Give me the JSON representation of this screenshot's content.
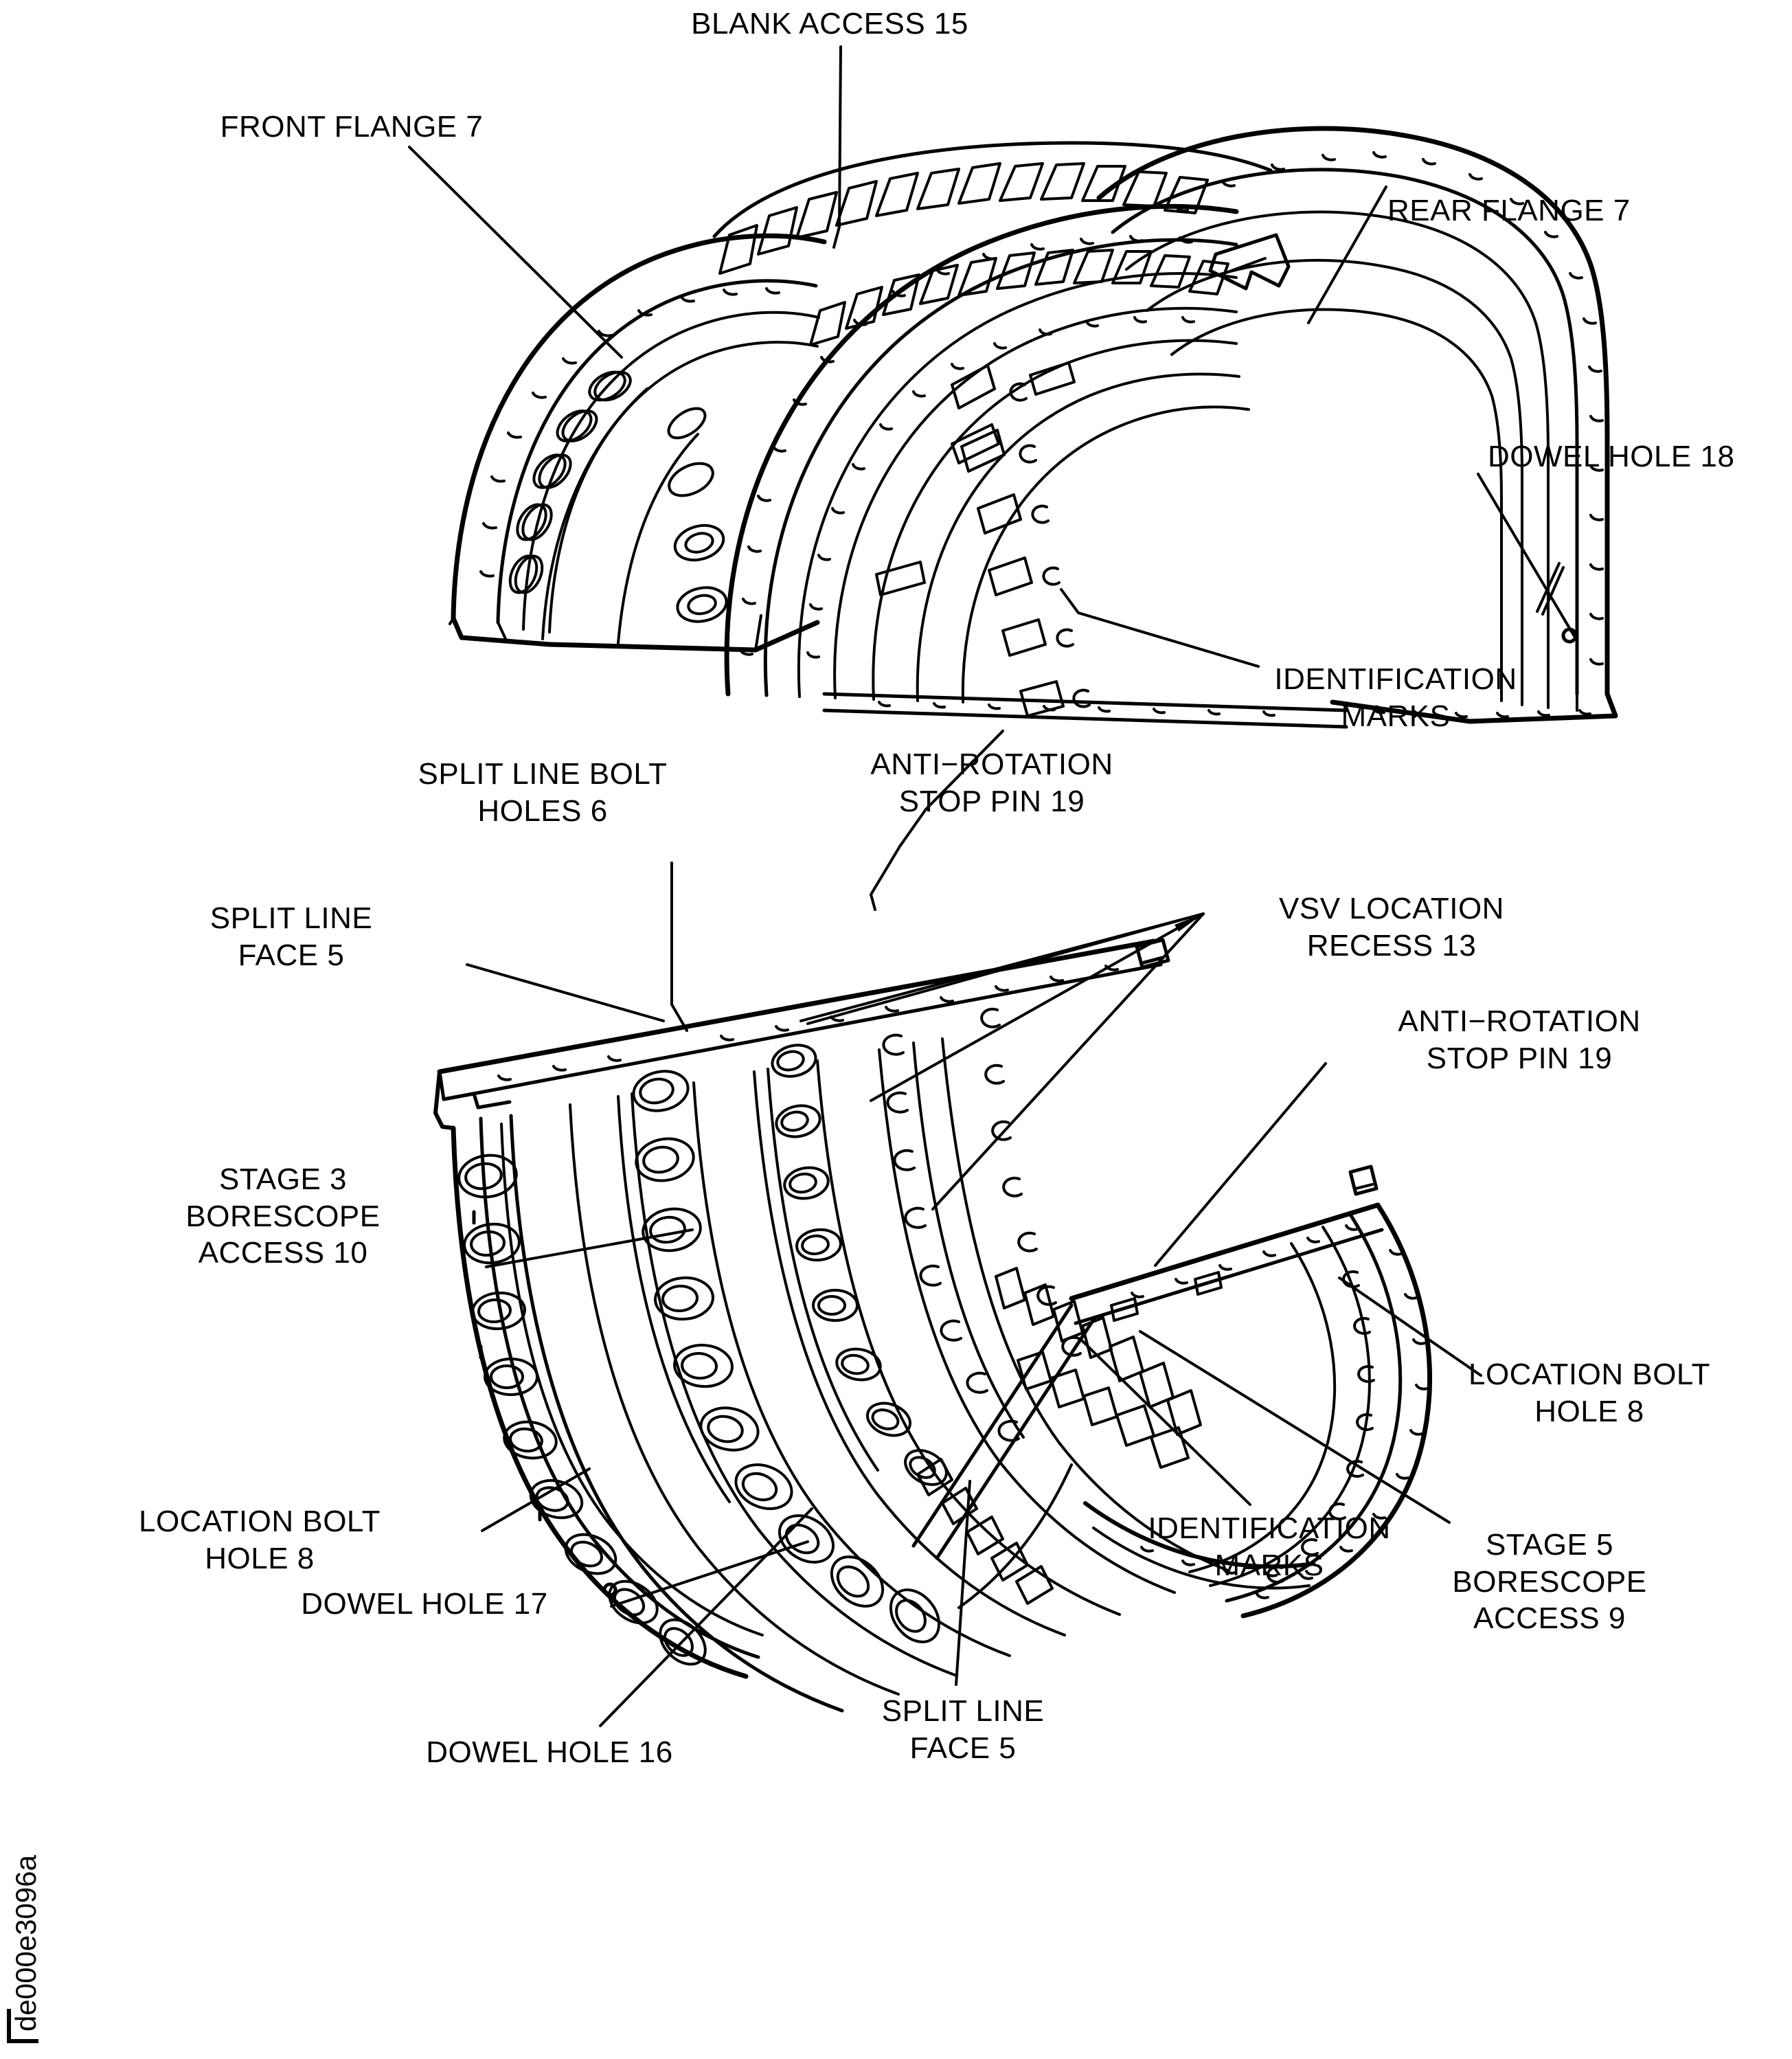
{
  "figure": {
    "id_code": "de000e3096a",
    "title": "Compressor casing halves — callout identification drawing",
    "line_color": "#000000",
    "background_color": "#ffffff"
  },
  "callouts": [
    {
      "key": "blank_access_15",
      "text": "BLANK ACCESS 15"
    },
    {
      "key": "front_flange_7",
      "text": "FRONT FLANGE 7"
    },
    {
      "key": "rear_flange_7",
      "text": "REAR FLANGE 7"
    },
    {
      "key": "dowel_hole_18",
      "text": "DOWEL HOLE 18"
    },
    {
      "key": "identification_marks_top",
      "text": "IDENTIFICATION\nMARKS"
    },
    {
      "key": "split_line_bolt_holes_6",
      "text": "SPLIT LINE BOLT\nHOLES 6"
    },
    {
      "key": "anti_rotation_stop_pin_19_left",
      "text": "ANTI−ROTATION\nSTOP PIN 19"
    },
    {
      "key": "vsv_location_recess_13",
      "text": "VSV LOCATION\nRECESS 13"
    },
    {
      "key": "anti_rotation_stop_pin_19_right",
      "text": "ANTI−ROTATION\nSTOP PIN 19"
    },
    {
      "key": "split_line_face_5_upper",
      "text": "SPLIT LINE\nFACE 5"
    },
    {
      "key": "stage_3_borescope_access_10",
      "text": "STAGE 3\nBORESCOPE\nACCESS 10"
    },
    {
      "key": "location_bolt_hole_8_right",
      "text": "LOCATION BOLT\nHOLE 8"
    },
    {
      "key": "location_bolt_hole_8_left",
      "text": "LOCATION BOLT\nHOLE 8"
    },
    {
      "key": "identification_marks_bottom",
      "text": "IDENTIFICATION\nMARKS"
    },
    {
      "key": "stage_5_borescope_access_9",
      "text": "STAGE 5\nBORESCOPE\nACCESS 9"
    },
    {
      "key": "dowel_hole_17",
      "text": "DOWEL HOLE 17"
    },
    {
      "key": "split_line_face_5_lower",
      "text": "SPLIT LINE\nFACE 5"
    },
    {
      "key": "dowel_hole_16",
      "text": "DOWEL HOLE 16"
    }
  ]
}
